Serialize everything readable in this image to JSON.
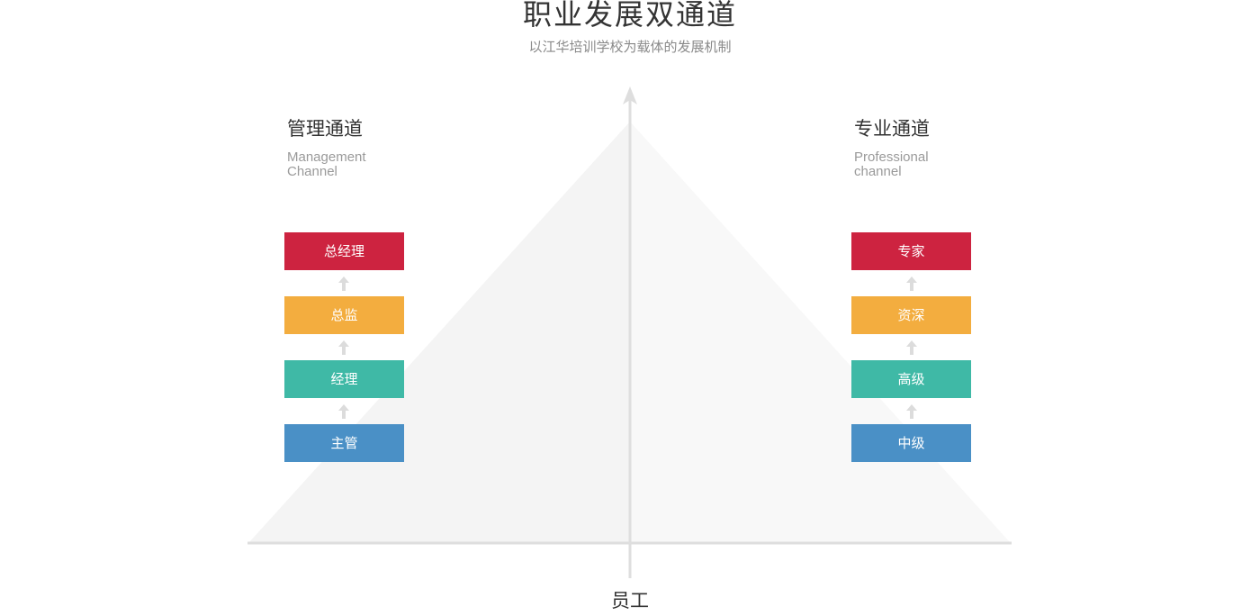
{
  "header": {
    "title": "职业发展双通道",
    "subtitle": "以江华培训学校为载体的发展机制"
  },
  "management": {
    "title": "管理通道",
    "subtitle_line1": "Management",
    "subtitle_line2": "Channel",
    "levels": [
      "总经理",
      "总监",
      "经理",
      "主管"
    ]
  },
  "professional": {
    "title": "专业通道",
    "subtitle_line1": "Professional",
    "subtitle_line2": "channel",
    "levels": [
      "专家",
      "资深",
      "高级",
      "中级"
    ]
  },
  "base": {
    "label": "员工"
  },
  "colors": {
    "level_1": "#cd2340",
    "level_2": "#f3ad3f",
    "level_3": "#3fb9a6",
    "level_4": "#4a90c6",
    "triangle_fill": "#f3f3f3",
    "axis": "#dedede"
  }
}
